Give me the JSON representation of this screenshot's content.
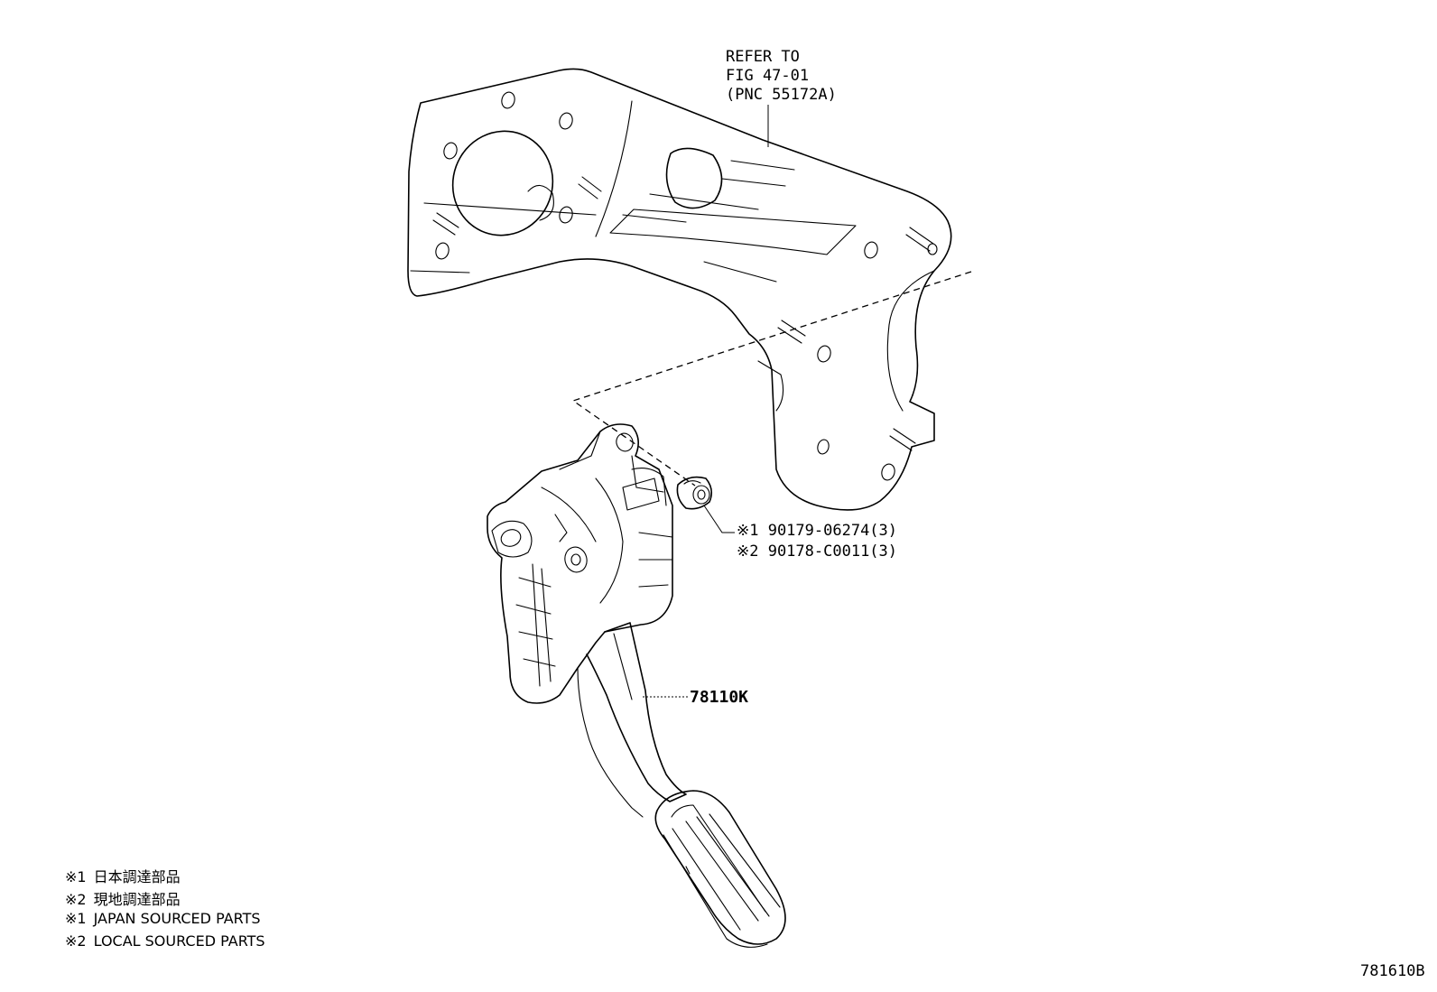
{
  "refer_to": {
    "line1": "REFER TO",
    "line2": "FIG 47-01",
    "line3": "(PNC 55172A)"
  },
  "parts": {
    "bushing_jp": "※1 90179-06274(3)",
    "bushing_local": "※2 90178-C0011(3)",
    "pedal_assy": "78110K"
  },
  "legend": [
    {
      "mark": "※1",
      "text": "日本調達部品"
    },
    {
      "mark": "※2",
      "text": "現地調達部品"
    },
    {
      "mark": "※1",
      "text": "JAPAN SOURCED PARTS"
    },
    {
      "mark": "※2",
      "text": "LOCAL SOURCED PARTS"
    }
  ],
  "figure_id": "781610B"
}
